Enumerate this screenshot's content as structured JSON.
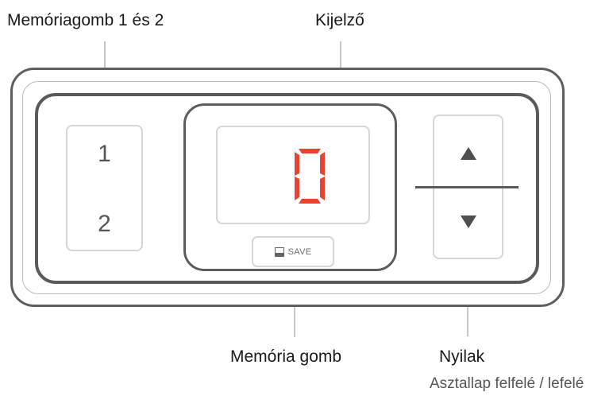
{
  "labels": {
    "memory_buttons": "Memóriagomb 1 és 2",
    "display": "Kijelző",
    "memory_button": "Memória gomb",
    "arrows": "Nyilak",
    "arrows_desc": "Asztallap felfelé / lefelé"
  },
  "controller": {
    "memory_1": "1",
    "memory_2": "2",
    "display_value": "0",
    "save_label": "SAVE",
    "arrow_up_icon": "triangle-up-icon",
    "arrow_down_icon": "triangle-down-icon"
  },
  "colors": {
    "outline": "#5a5a5a",
    "light_outline": "#d6d6d6",
    "segment_red": "#e8432f",
    "callout_line": "#c6c6c6"
  }
}
